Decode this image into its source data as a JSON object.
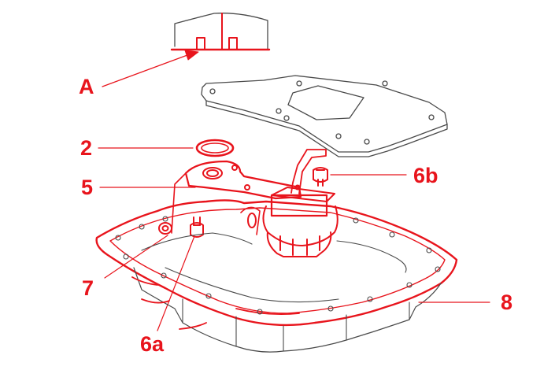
{
  "colors": {
    "highlight": "#e8141c",
    "line": "#4a4a4a",
    "background": "#ffffff"
  },
  "callouts": {
    "a": "A",
    "c2": "2",
    "c5": "5",
    "c6b": "6b",
    "c7": "7",
    "c6a": "6a",
    "c8": "8"
  }
}
